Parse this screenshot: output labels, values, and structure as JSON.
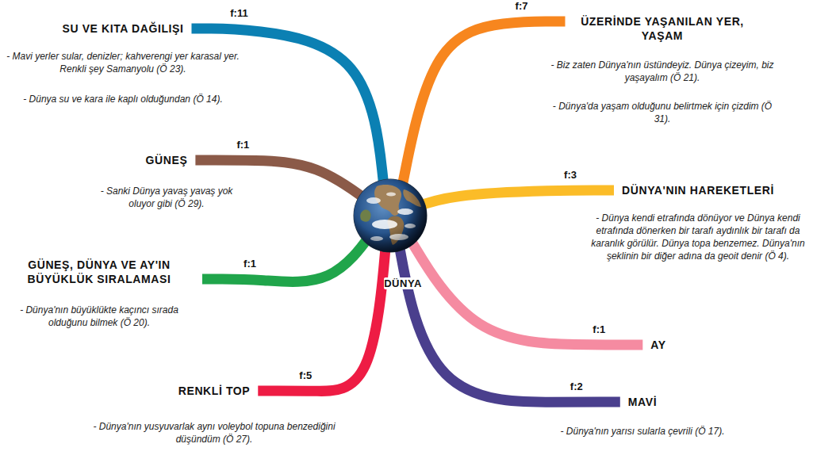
{
  "diagram": {
    "nodes": [
      {
        "text": [
          "DÜNYA"
        ]
      },
      {
        "text": [
          "SU VE KITA DAĞILIŞI",
          "- Mavi yerler sular, denizler; kahverengi yer karasal yer. Renkli şey Samanyolu (Ö 23).",
          "- Dünya su ve kara ile kaplı olduğundan (Ö 14)."
        ]
      },
      {
        "text": [
          "ÜZERİNDE YAŞANILAN YER, YAŞAM",
          "- Biz zaten Dünya'nın üstündeyiz. Dünya çizeyim, biz yaşayalım (Ö 21).",
          "- Dünya'da yaşam olduğunu belirtmek için çizdim (Ö 31)."
        ]
      },
      {
        "text": [
          "GÜNEŞ",
          "- Sanki Dünya yavaş yavaş yok oluyor gibi (Ö 29)."
        ]
      },
      {
        "text": [
          "DÜNYA'NIN HAREKETLERİ",
          "- Dünya kendi etrafında dönüyor ve Dünya kendi etrafında dönerken bir tarafı aydınlık bir tarafı da karanlık görülür. Dünya topa benzemez. Dünya'nın şeklinin bir diğer adına da geoit denir (Ö 4)."
        ]
      },
      {
        "text": [
          "GÜNEŞ, DÜNYA VE AY'IN BÜYÜKLÜK SIRALAMASI",
          "- Dünya'nın büyüklükte kaçıncı sırada olduğunu bilmek (Ö 20)."
        ]
      },
      {
        "text": [
          "AY"
        ]
      },
      {
        "text": [
          "RENKLİ TOP",
          "- Dünya'nın yusyuvarlak aynı voleybol topuna benzediğini düşündüm (Ö 27)."
        ]
      },
      {
        "text": [
          "MAVİ",
          "- Dünya'nın yarısı sularla çevrili (Ö 17)."
        ]
      }
    ],
    "edges": [
      {
        "from": 0,
        "to": 1,
        "arrow": "none",
        "label": "f:11"
      },
      {
        "from": 0,
        "to": 2,
        "arrow": "none",
        "label": "f:7"
      },
      {
        "from": 0,
        "to": 3,
        "arrow": "none",
        "label": "f:1"
      },
      {
        "from": 0,
        "to": 4,
        "arrow": "none",
        "label": "f:3"
      },
      {
        "from": 0,
        "to": 5,
        "arrow": "none",
        "label": "f:1"
      },
      {
        "from": 0,
        "to": 6,
        "arrow": "none",
        "label": "f:1"
      },
      {
        "from": 0,
        "to": 7,
        "arrow": "none",
        "label": "f:5"
      },
      {
        "from": 0,
        "to": 8,
        "arrow": "none",
        "label": "f:2"
      }
    ]
  }
}
